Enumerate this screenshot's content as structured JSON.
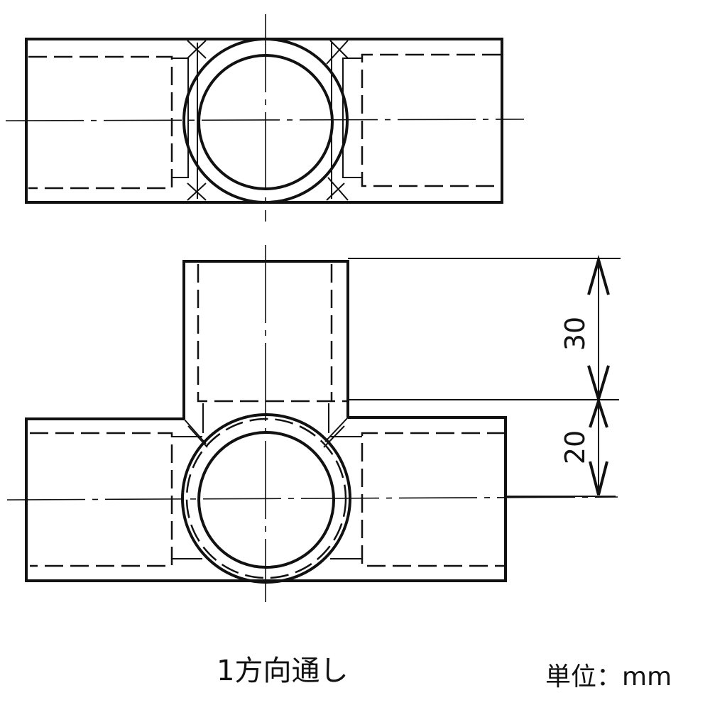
{
  "drawing": {
    "caption": "1方向通し",
    "unit_label": "単位：mm",
    "views": [
      {
        "name": "top-view",
        "description": "4-way cross joint top view with through pipe"
      },
      {
        "name": "front-view",
        "description": "T-branch front view with through pipe"
      }
    ],
    "dimensions": {
      "upper": "30",
      "lower": "20"
    }
  }
}
